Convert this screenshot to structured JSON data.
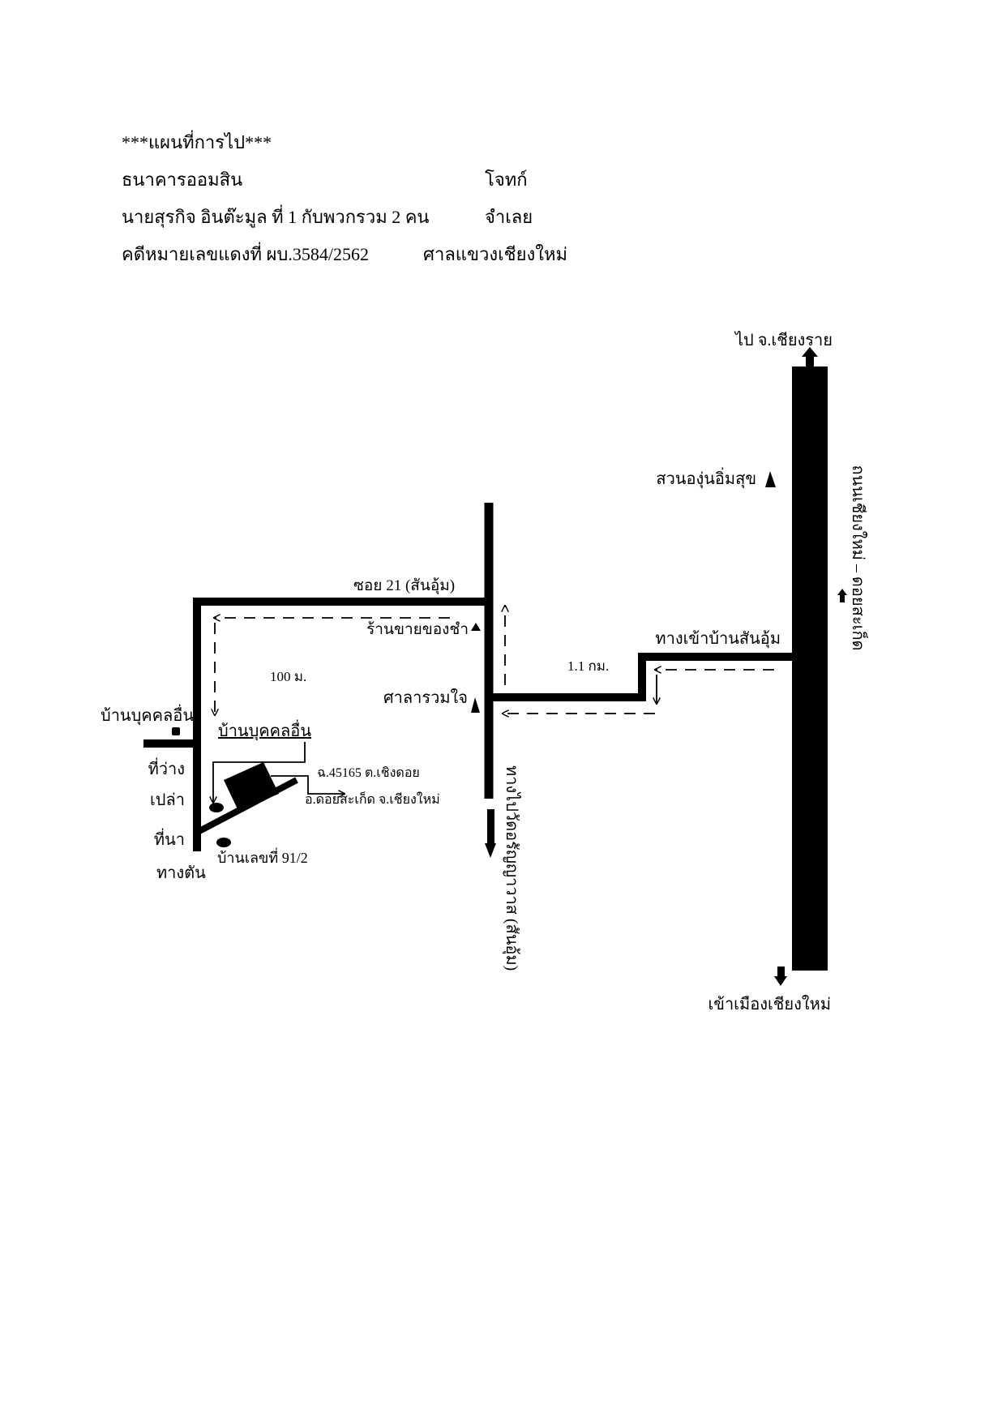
{
  "header": {
    "title": "***แผนที่การไป***",
    "plaintiff": "ธนาคารออมสิน",
    "plaintiff_role": "โจทก์",
    "defendant": "นายสุรกิจ  อินต๊ะมูล ที่ 1 กับพวกรวม 2 คน",
    "defendant_role": "จำเลย",
    "case_no": "คดีหมายเลขแดงที่ ผบ.3584/2562",
    "court": "ศาลแขวงเชียงใหม่"
  },
  "map": {
    "labels": {
      "to_chiang_rai": "ไป จ.เชียงราย",
      "to_city": "เข้าเมืองเชียงใหม่",
      "main_road": "ถนนเชียงใหม่ – ดอยสะเก็ด",
      "vineyard": "สวนองุ่นอิ่มสุข",
      "entrance": "ทางเข้าบ้านสันอุ้ม",
      "distance_1": "1.1 กม.",
      "soi": "ซอย 21 (สันอุ้ม)",
      "shop": "ร้านขายของชำ",
      "pavilion": "ศาลารวมใจ",
      "temple_road": "ทางไปวัดอรัญญาวาส (สันอุ้ม)",
      "distance_2": "100 ม.",
      "other_house_left": "บ้านบุคคลอื่น",
      "other_house": "บ้านบุคคลอื่น",
      "vacant_1": "ที่ว่าง",
      "vacant_2": "เปล่า",
      "rice_field": "ที่นา",
      "dead_end": "ทางตัน",
      "house_no": "บ้านเลขที่ 91/2",
      "location_1": "ฉ.45165 ต.เชิงดอย",
      "location_2": "อ.ดอยสะเก็ด จ.เชียงใหม่"
    },
    "icons": [
      "triangle-landmark-icon",
      "house-icon",
      "arrow-up-icon",
      "arrow-down-icon"
    ],
    "colors": {
      "road": "#000000",
      "background": "#ffffff"
    }
  }
}
